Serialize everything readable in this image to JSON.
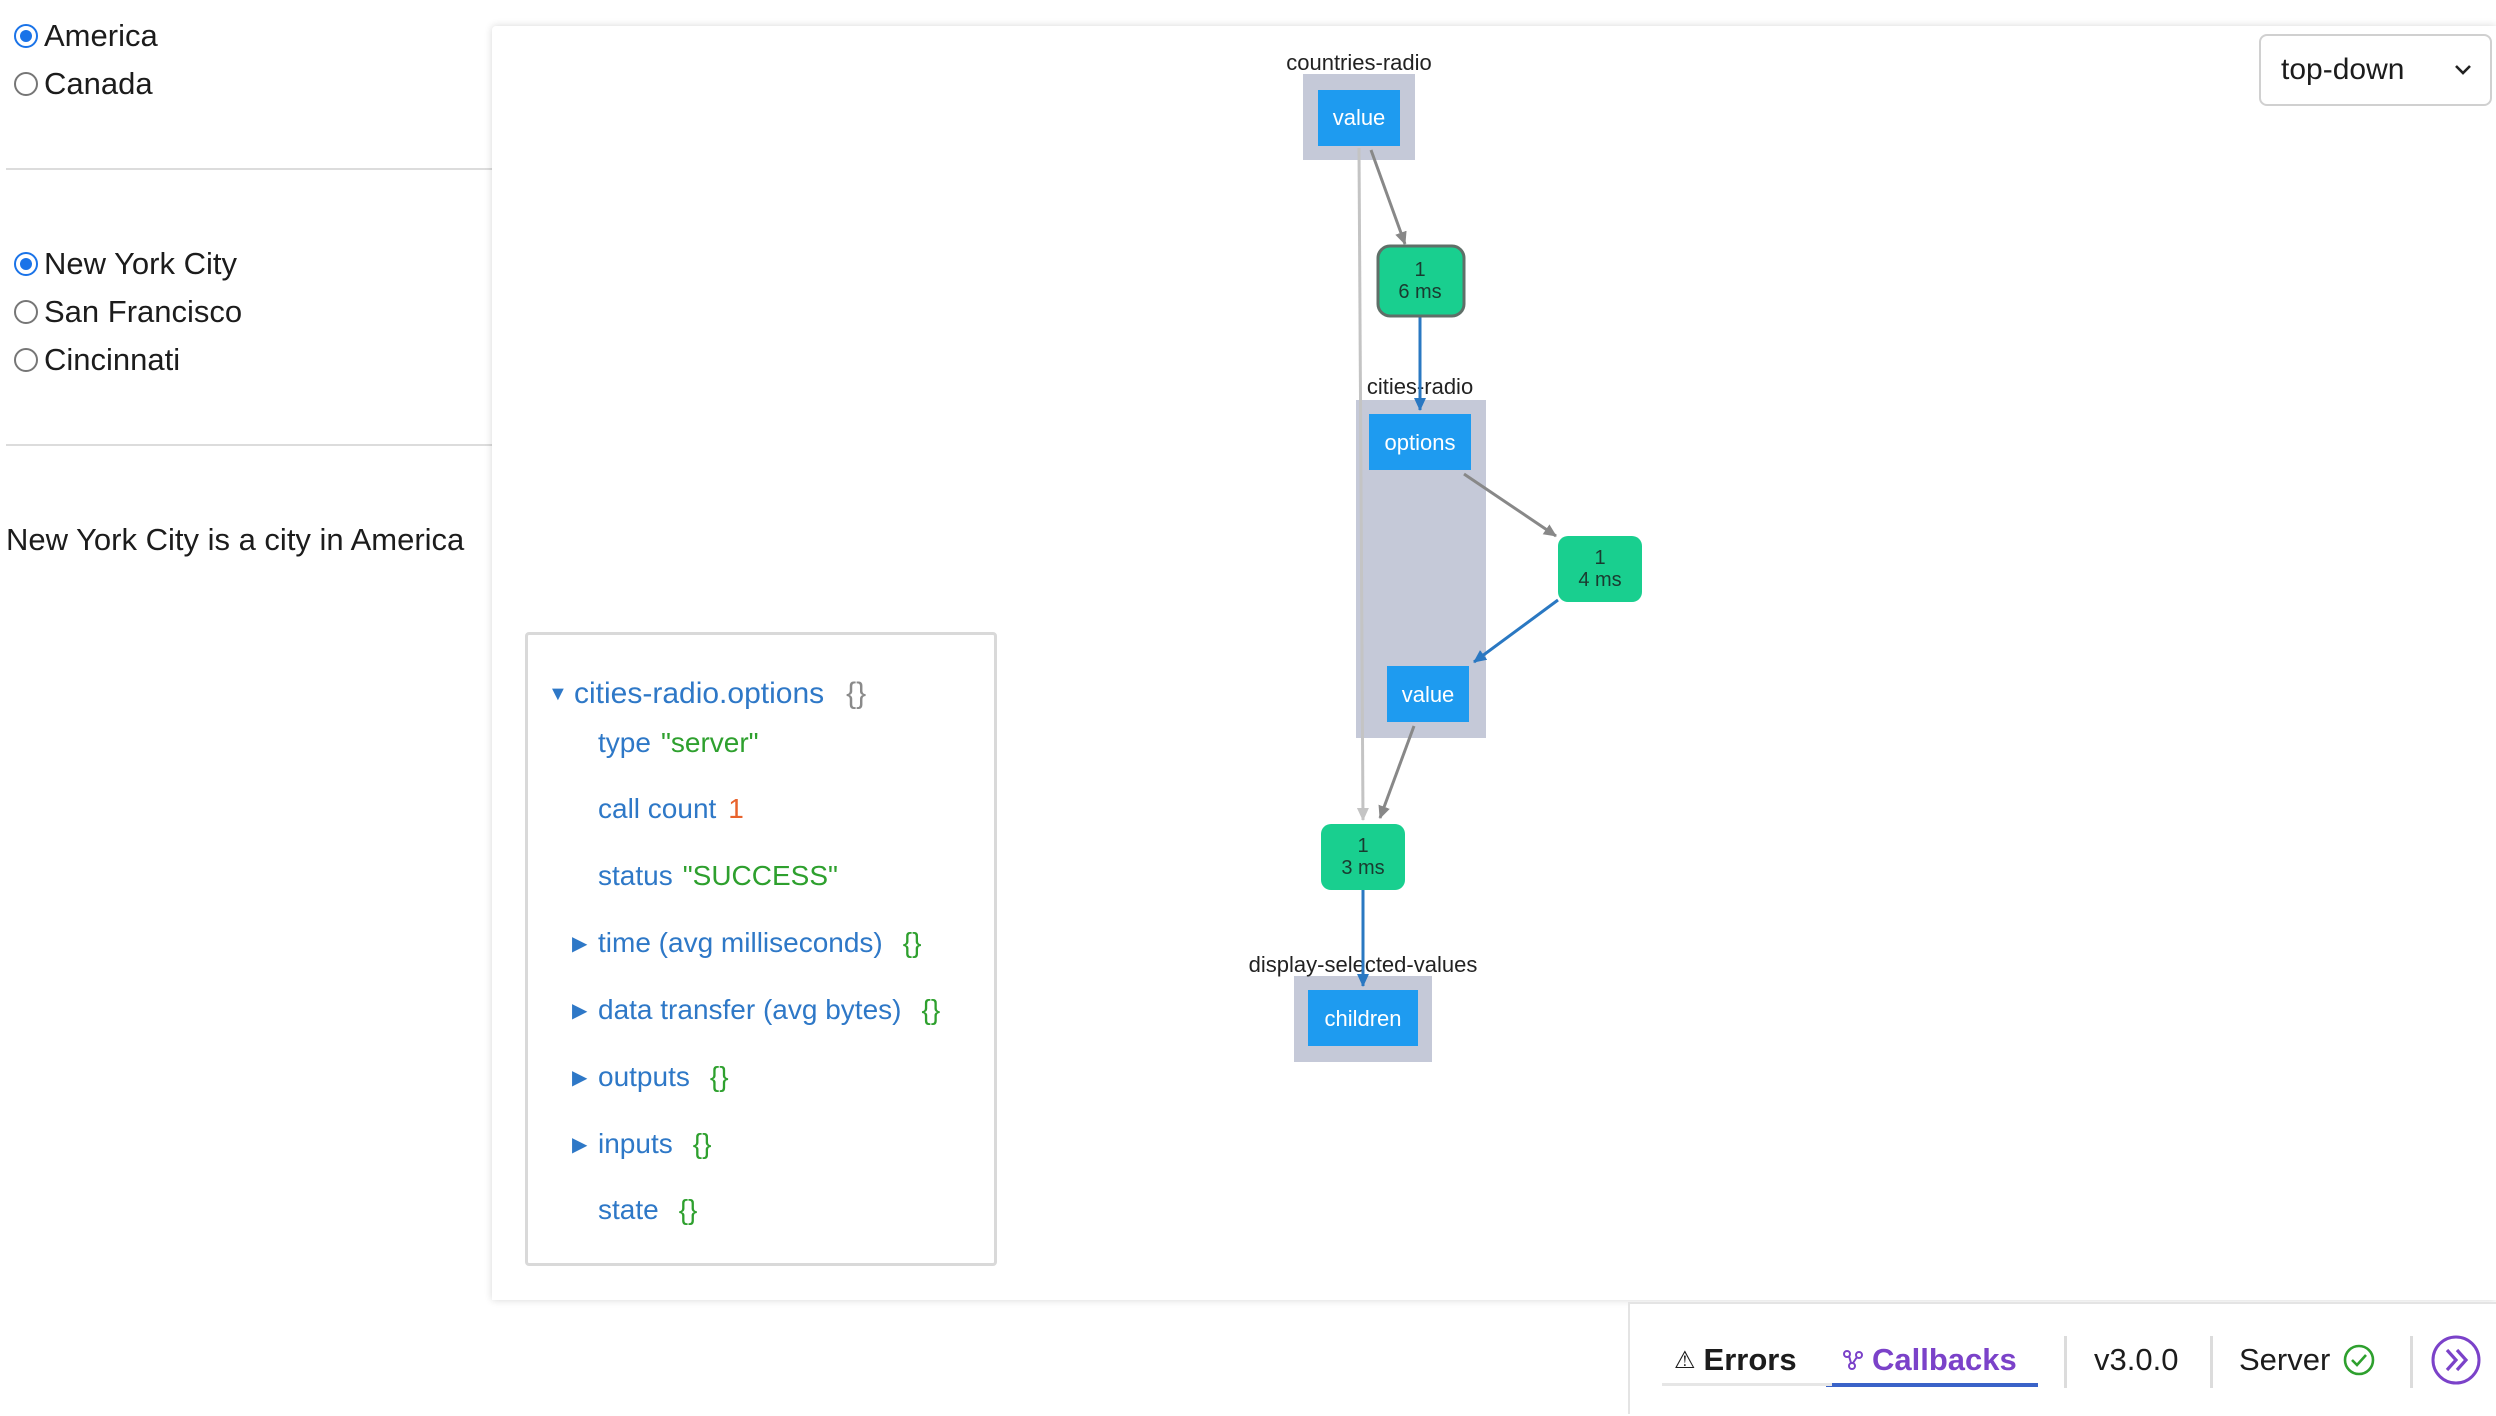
{
  "countries": {
    "options": [
      "America",
      "Canada"
    ],
    "selected": "America"
  },
  "cities": {
    "options": [
      "New York City",
      "San Francisco",
      "Cincinnati"
    ],
    "selected": "New York City"
  },
  "display_text": "New York City is a city in America",
  "layout_select": {
    "value": "top-down"
  },
  "graph": {
    "components": {
      "countries_radio": {
        "label": "countries-radio",
        "props": [
          "value"
        ]
      },
      "cities_radio": {
        "label": "cities-radio",
        "props": [
          "options",
          "value"
        ]
      },
      "display": {
        "label": "display-selected-values",
        "props": [
          "children"
        ]
      }
    },
    "callbacks": [
      {
        "count": "1",
        "time": "6 ms"
      },
      {
        "count": "1",
        "time": "4 ms"
      },
      {
        "count": "1",
        "time": "3 ms"
      }
    ]
  },
  "info_panel": {
    "root_key": "cities-radio.options",
    "root_braces": "{}",
    "type_key": "type",
    "type_value": "\"server\"",
    "call_count_key": "call count",
    "call_count_value": "1",
    "status_key": "status",
    "status_value": "\"SUCCESS\"",
    "time_key": "time (avg milliseconds)",
    "data_transfer_key": "data transfer (avg bytes)",
    "outputs_key": "outputs",
    "inputs_key": "inputs",
    "state_key": "state",
    "braces": "{}"
  },
  "devtools": {
    "errors_label": "Errors",
    "callbacks_label": "Callbacks",
    "version": "v3.0.0",
    "server_label": "Server"
  },
  "colors": {
    "prop_node": "#1e9bf0",
    "component_box": "#c5c9d8",
    "callback_node": "#19cf8f",
    "callbacks_accent": "#7b42c9",
    "success_green": "#2ea02e"
  }
}
